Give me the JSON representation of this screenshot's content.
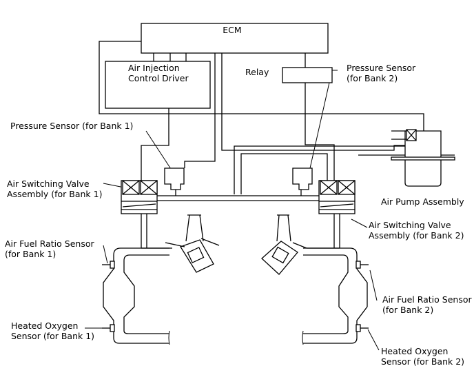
{
  "labels": {
    "ecm": "ECM",
    "air_injection_line1": "Air Injection",
    "air_injection_line2": "Control Driver",
    "relay": "Relay",
    "pressure_sensor_bank2_line1": "Pressure Sensor",
    "pressure_sensor_bank2_line2": "(for Bank 2)",
    "pressure_sensor_bank1": "Pressure Sensor (for Bank 1)",
    "asv_bank1_line1": "Air Switching Valve",
    "asv_bank1_line2": "Assembly (for Bank 1)",
    "asv_bank2_line1": "Air Switching Valve",
    "asv_bank2_line2": "Assembly (for Bank 2)",
    "air_pump": "Air Pump Assembly",
    "afr_bank1_line1": "Air Fuel Ratio Sensor",
    "afr_bank1_line2": "(for Bank 1)",
    "afr_bank2_line1": "Air Fuel Ratio Sensor",
    "afr_bank2_line2": "(for Bank 2)",
    "ho2_bank1_line1": "Heated Oxygen",
    "ho2_bank1_line2": "Sensor (for Bank 1)",
    "ho2_bank2_line1": "Heated Oxygen",
    "ho2_bank2_line2": "Sensor (for Bank 2)"
  }
}
